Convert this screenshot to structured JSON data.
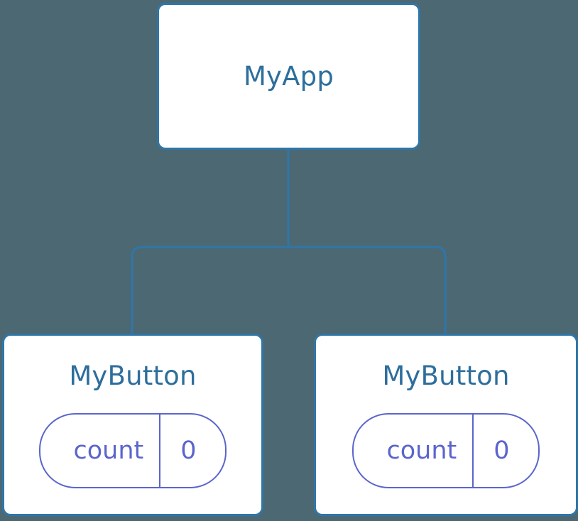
{
  "diagram": {
    "type": "component-tree",
    "background_color": "#4c6873",
    "node_border_color": "#2f76a8",
    "node_text_color": "#2d6e9c",
    "state_accent_color": "#5b65cc",
    "edge_color": "#2f76a8",
    "root": {
      "label": "MyApp"
    },
    "children": [
      {
        "label": "MyButton",
        "state": {
          "key": "count",
          "value": "0"
        }
      },
      {
        "label": "MyButton",
        "state": {
          "key": "count",
          "value": "0"
        }
      }
    ]
  }
}
